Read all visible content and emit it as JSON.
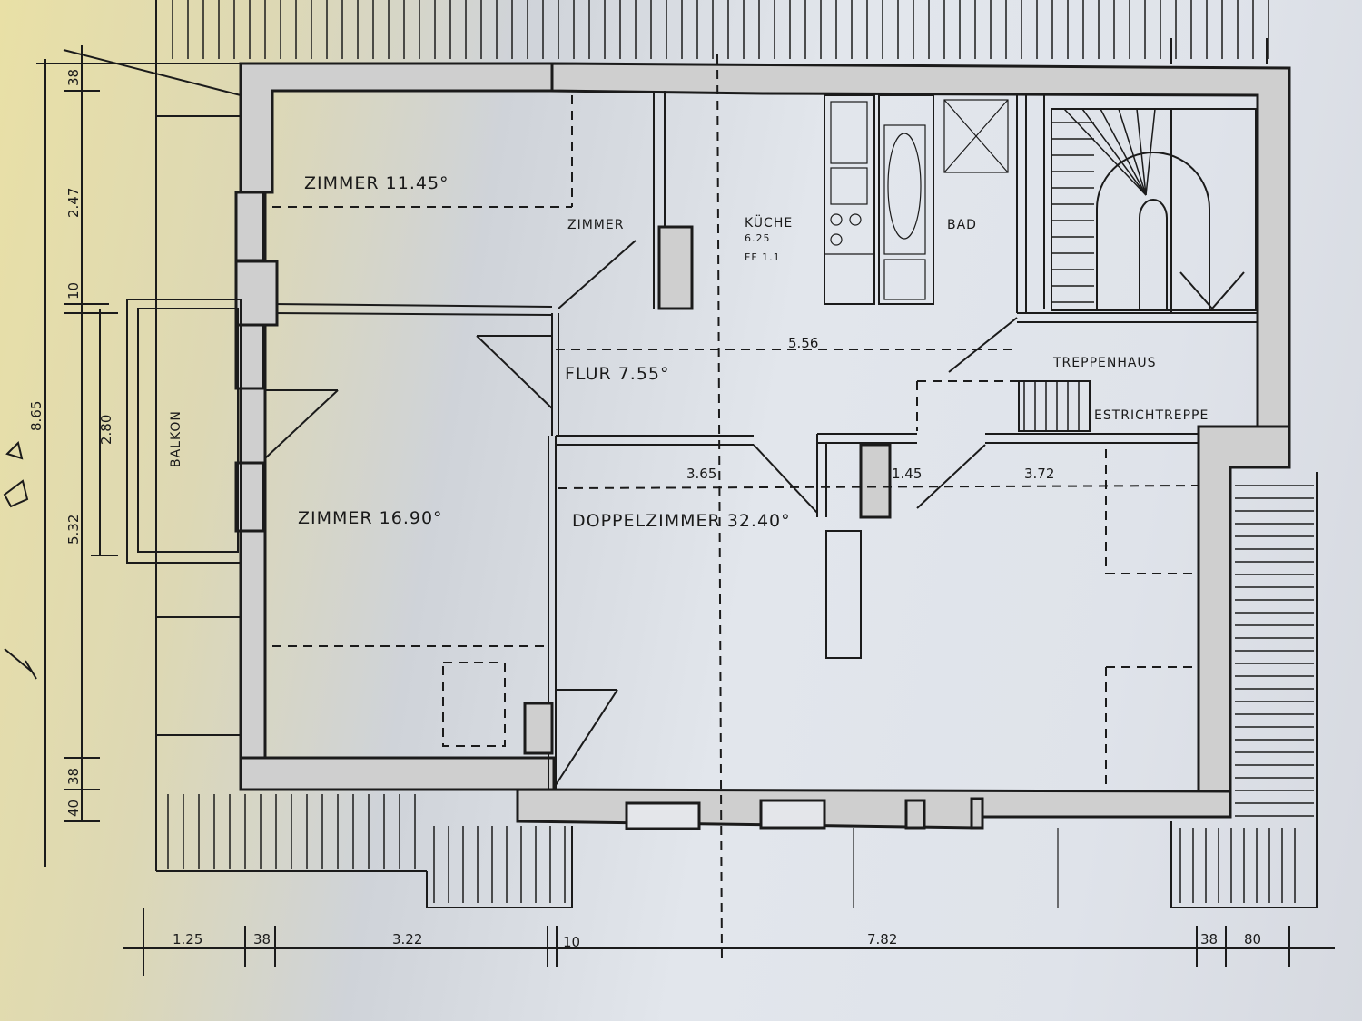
{
  "rooms": {
    "zimmer_small": "ZIMMER 11.45°",
    "zimmer_mid": "ZIMMER",
    "kueche": "KÜCHE",
    "kueche_a": "6.25",
    "kueche_b": "FF 1.1",
    "bad": "BAD",
    "flur": "FLUR 7.55°",
    "treppenhaus": "TREPPENHAUS",
    "estrichtreppe": "ESTRICHTREPPE",
    "balkon": "BALKON",
    "zimmer_large": "ZIMMER 16.90°",
    "doppelzimmer": "DOPPELZIMMER 32.40°"
  },
  "inner_dims": {
    "d556": "5.56",
    "d365": "3.65",
    "d145": "1.45",
    "d372": "3.72"
  },
  "bottom_dims": [
    "1.25",
    "38",
    "3.22",
    "10",
    "7.82",
    "38",
    "80"
  ],
  "left_dims": {
    "d38_top": "38",
    "d247": "2.47",
    "d10": "10",
    "d280": "2.80",
    "d532": "5.32",
    "d865": "8.65",
    "d38_bottom": "38",
    "d40": "40"
  }
}
